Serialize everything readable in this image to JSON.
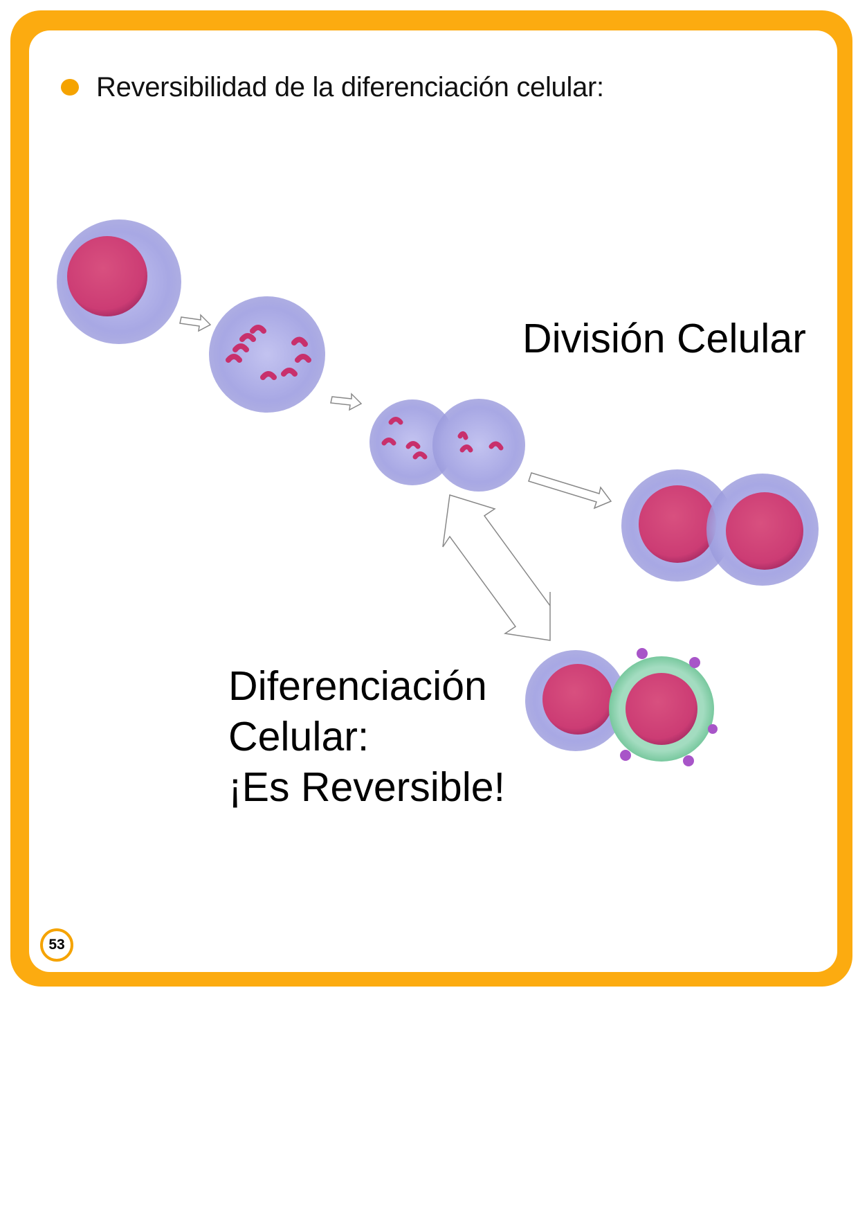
{
  "heading": "Reversibilidad de la diferenciación celular:",
  "diagram": {
    "division_label": "División Celular",
    "differentiation_lines": [
      "Diferenciación",
      "Celular:",
      "¡Es Reversible!"
    ]
  },
  "page_number": "53",
  "colors": {
    "frame": "#fcab10",
    "cytoplasm": "#a9a9e6",
    "nucleus": "#d2407a",
    "differentiated_membrane": "#8fd6b0",
    "receptor": "#a855c8"
  }
}
